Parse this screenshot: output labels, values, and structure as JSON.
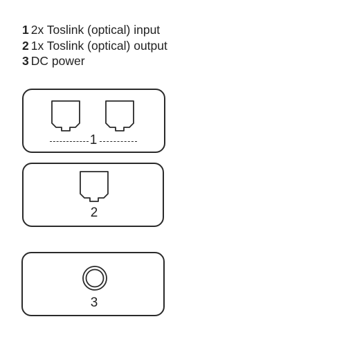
{
  "legend": [
    {
      "num": "1",
      "text": "2x Toslink (optical) input"
    },
    {
      "num": "2",
      "text": "1x Toslink (optical) output"
    },
    {
      "num": "3",
      "text": "DC power"
    }
  ],
  "panels": {
    "input": {
      "label": "1"
    },
    "output": {
      "label": "2"
    },
    "power": {
      "label": "3"
    }
  }
}
